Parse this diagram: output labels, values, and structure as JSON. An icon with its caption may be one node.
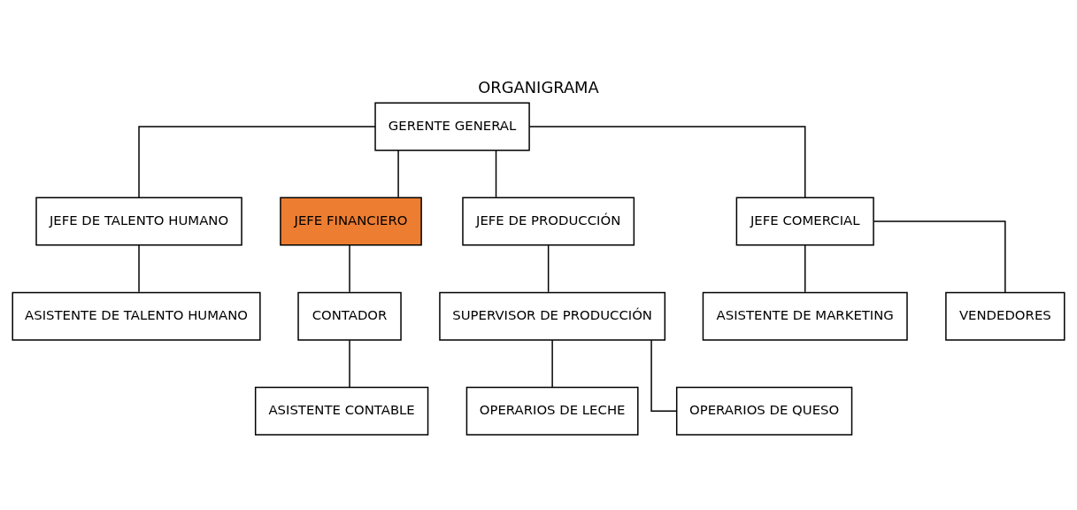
{
  "diagram": {
    "title": "ORGANIGRAMA",
    "nodes": [
      {
        "text": [
          "GERENTE GENERAL"
        ]
      },
      {
        "text": [
          "JEFE DE TALENTO HUMANO"
        ]
      },
      {
        "text": [
          "JEFE FINANCIERO"
        ]
      },
      {
        "text": [
          "JEFE DE PRODUCCIÓN"
        ]
      },
      {
        "text": [
          "JEFE COMERCIAL"
        ]
      },
      {
        "text": [
          "CONTADOR"
        ]
      },
      {
        "text": [
          "SUPERVISOR DE PRODUCCIÓN"
        ]
      },
      {
        "text": [
          "ASISTENTE DE TALENTO HUMANO"
        ]
      },
      {
        "text": [
          "ASISTENTE CONTABLE"
        ]
      },
      {
        "text": [
          "ASISTENTE DE MARKETING"
        ]
      },
      {
        "text": [
          "OPERARIOS DE LECHE"
        ]
      },
      {
        "text": [
          "OPERARIOS DE QUESO"
        ]
      },
      {
        "text": [
          "VENDEDORES"
        ]
      }
    ],
    "edges": [
      {
        "from": 0,
        "to": 1,
        "arrow": "none"
      },
      {
        "from": 0,
        "to": 2,
        "arrow": "none"
      },
      {
        "from": 0,
        "to": 3,
        "arrow": "none"
      },
      {
        "from": 0,
        "to": 4,
        "arrow": "none"
      },
      {
        "from": 1,
        "to": 7,
        "arrow": "none"
      },
      {
        "from": 2,
        "to": 5,
        "arrow": "none"
      },
      {
        "from": 5,
        "to": 8,
        "arrow": "none"
      },
      {
        "from": 3,
        "to": 6,
        "arrow": "none"
      },
      {
        "from": 6,
        "to": 10,
        "arrow": "none"
      },
      {
        "from": 6,
        "to": 11,
        "arrow": "none"
      },
      {
        "from": 4,
        "to": 12,
        "arrow": "none"
      },
      {
        "from": 4,
        "to": 9,
        "arrow": "none"
      }
    ]
  }
}
